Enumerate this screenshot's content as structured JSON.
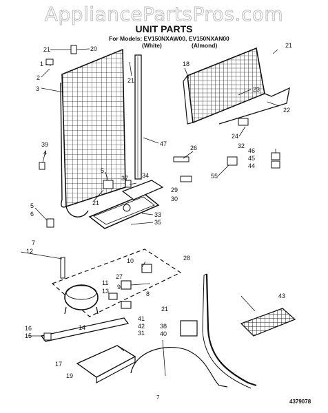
{
  "watermark": "AppliancePartsPros.com",
  "header": {
    "title": "UNIT PARTS",
    "models": "For Models: EV150NXAW00, EV150NXAN00",
    "variant_white": "(White)",
    "variant_almond": "(Almond)"
  },
  "footer": {
    "page_number": "7",
    "doc_number": "4379078"
  },
  "callouts": [
    {
      "id": "c21a",
      "label": "21"
    },
    {
      "id": "c20",
      "label": "20"
    },
    {
      "id": "c1",
      "label": "1"
    },
    {
      "id": "c2",
      "label": "2"
    },
    {
      "id": "c3",
      "label": "3"
    },
    {
      "id": "c21b",
      "label": "21"
    },
    {
      "id": "c18",
      "label": "18"
    },
    {
      "id": "c21c",
      "label": "21"
    },
    {
      "id": "c23",
      "label": "23"
    },
    {
      "id": "c22",
      "label": "22"
    },
    {
      "id": "c47",
      "label": "47"
    },
    {
      "id": "c24",
      "label": "24"
    },
    {
      "id": "c32",
      "label": "32"
    },
    {
      "id": "c39",
      "label": "39"
    },
    {
      "id": "c4",
      "label": "4"
    },
    {
      "id": "c26",
      "label": "26"
    },
    {
      "id": "c46",
      "label": "46"
    },
    {
      "id": "c45",
      "label": "45"
    },
    {
      "id": "c44",
      "label": "44"
    },
    {
      "id": "c55",
      "label": "55"
    },
    {
      "id": "c5a",
      "label": "5"
    },
    {
      "id": "c37",
      "label": "37"
    },
    {
      "id": "c34",
      "label": "34"
    },
    {
      "id": "c29",
      "label": "29"
    },
    {
      "id": "c30",
      "label": "30"
    },
    {
      "id": "c21d",
      "label": "21"
    },
    {
      "id": "c5b",
      "label": "5"
    },
    {
      "id": "c6",
      "label": "6"
    },
    {
      "id": "c33",
      "label": "33"
    },
    {
      "id": "c35",
      "label": "35"
    },
    {
      "id": "c7",
      "label": "7"
    },
    {
      "id": "c12",
      "label": "12"
    },
    {
      "id": "c28",
      "label": "28"
    },
    {
      "id": "c10",
      "label": "10"
    },
    {
      "id": "c27",
      "label": "27"
    },
    {
      "id": "c11",
      "label": "11"
    },
    {
      "id": "c13",
      "label": "13"
    },
    {
      "id": "c9",
      "label": "9"
    },
    {
      "id": "c8",
      "label": "8"
    },
    {
      "id": "c43",
      "label": "43"
    },
    {
      "id": "c21e",
      "label": "21"
    },
    {
      "id": "c41",
      "label": "41"
    },
    {
      "id": "c14",
      "label": "14"
    },
    {
      "id": "c42",
      "label": "42"
    },
    {
      "id": "c38",
      "label": "38"
    },
    {
      "id": "c16",
      "label": "16"
    },
    {
      "id": "c15",
      "label": "15"
    },
    {
      "id": "c31",
      "label": "31"
    },
    {
      "id": "c40",
      "label": "40"
    },
    {
      "id": "c17",
      "label": "17"
    },
    {
      "id": "c19",
      "label": "19"
    }
  ]
}
